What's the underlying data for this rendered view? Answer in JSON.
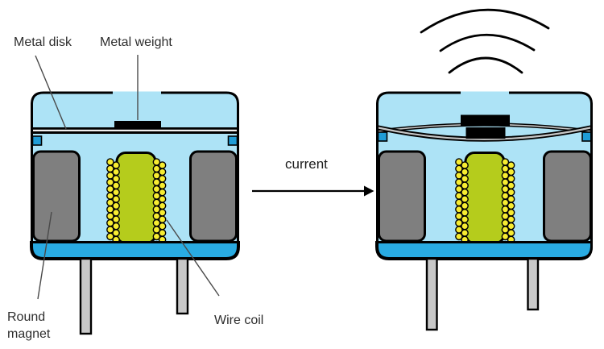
{
  "labels": {
    "metal_disk": "Metal disk",
    "metal_weight": "Metal weight",
    "round_magnet": "Round magnet",
    "wire_coil": "Wire coil",
    "current": "current"
  },
  "colors": {
    "housing_fill": "#ADE3F6",
    "base_fill": "#29ABE2",
    "terminal_fill": "#1F9CD6",
    "magnet_fill": "#7F7F7F",
    "coil_core_fill": "#B5CC1C",
    "coil_wire_fill": "#F7EC31",
    "pin_fill": "#C8C8C8",
    "outline": "#000000",
    "label_text": "#2E2E2E"
  }
}
